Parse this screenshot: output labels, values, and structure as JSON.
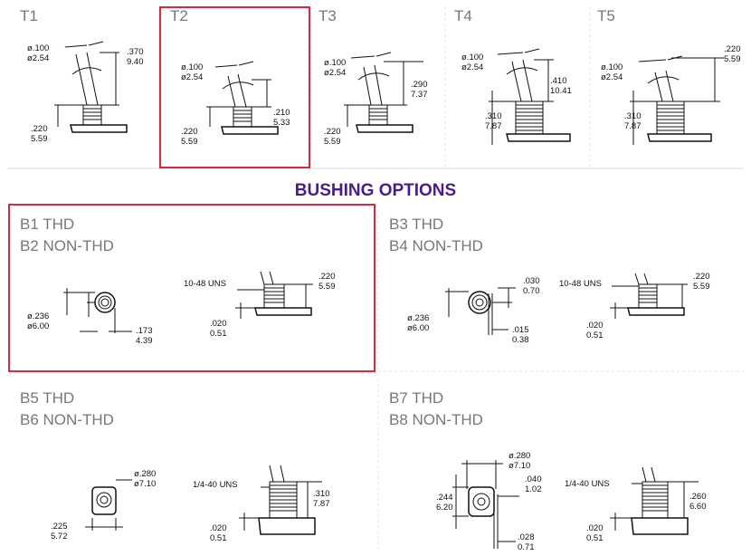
{
  "section_title": "BUSHING OPTIONS",
  "highlight_color": "#e0243a",
  "title_color": "#4b1a8f",
  "toggles": [
    {
      "label": "T1",
      "d1": "ø.100",
      "d2": "ø2.54",
      "h1": ".370",
      "h2": "9.40",
      "b1": ".220",
      "b2": "5.59"
    },
    {
      "label": "T2",
      "d1": "ø.100",
      "d2": "ø2.54",
      "h1": ".210",
      "h2": "5.33",
      "b1": ".220",
      "b2": "5.59"
    },
    {
      "label": "T3",
      "d1": "ø.100",
      "d2": "ø2.54",
      "h1": ".290",
      "h2": "7.37",
      "b1": ".220",
      "b2": "5.59"
    },
    {
      "label": "T4",
      "d1": "ø.100",
      "d2": "ø2.54",
      "h1": ".410",
      "h2": "10.41",
      "b1": ".310",
      "b2": "7.87"
    },
    {
      "label": "T5",
      "d1": "ø.100",
      "d2": "ø2.54",
      "h1": ".220",
      "h2": "5.59",
      "b1": ".310",
      "b2": "7.87"
    }
  ],
  "bushings": [
    {
      "line1": "B1 THD",
      "line2": "B2 NON-THD",
      "dia1": "ø.236",
      "dia2": "ø6.00",
      "w1": ".173",
      "w2": "4.39",
      "thread": "10-48 UNS",
      "h1": ".220",
      "h2": "5.59",
      "f1": ".020",
      "f2": "0.51"
    },
    {
      "line1": "B3 THD",
      "line2": "B4 NON-THD",
      "dia1": "ø.236",
      "dia2": "ø6.00",
      "w1": ".030",
      "w2": "0.70",
      "w3": ".015",
      "w4": "0.38",
      "thread": "10-48 UNS",
      "h1": ".220",
      "h2": "5.59",
      "f1": ".020",
      "f2": "0.51"
    },
    {
      "line1": "B5 THD",
      "line2": "B6 NON-THD",
      "dia1": "ø.280",
      "dia2": "ø7.10",
      "w1": ".225",
      "w2": "5.72",
      "thread": "1/4-40 UNS",
      "h1": ".310",
      "h2": "7.87",
      "f1": ".020",
      "f2": "0.51"
    },
    {
      "line1": "B7 THD",
      "line2": "B8 NON-THD",
      "dia1": "ø.280",
      "dia2": "ø7.10",
      "w1": ".244",
      "w2": "6.20",
      "w3": ".040",
      "w4": "1.02",
      "w5": ".028",
      "w6": "0.71",
      "thread": "1/4-40 UNS",
      "h1": ".260",
      "h2": "6.60",
      "f1": ".020",
      "f2": "0.51"
    }
  ]
}
